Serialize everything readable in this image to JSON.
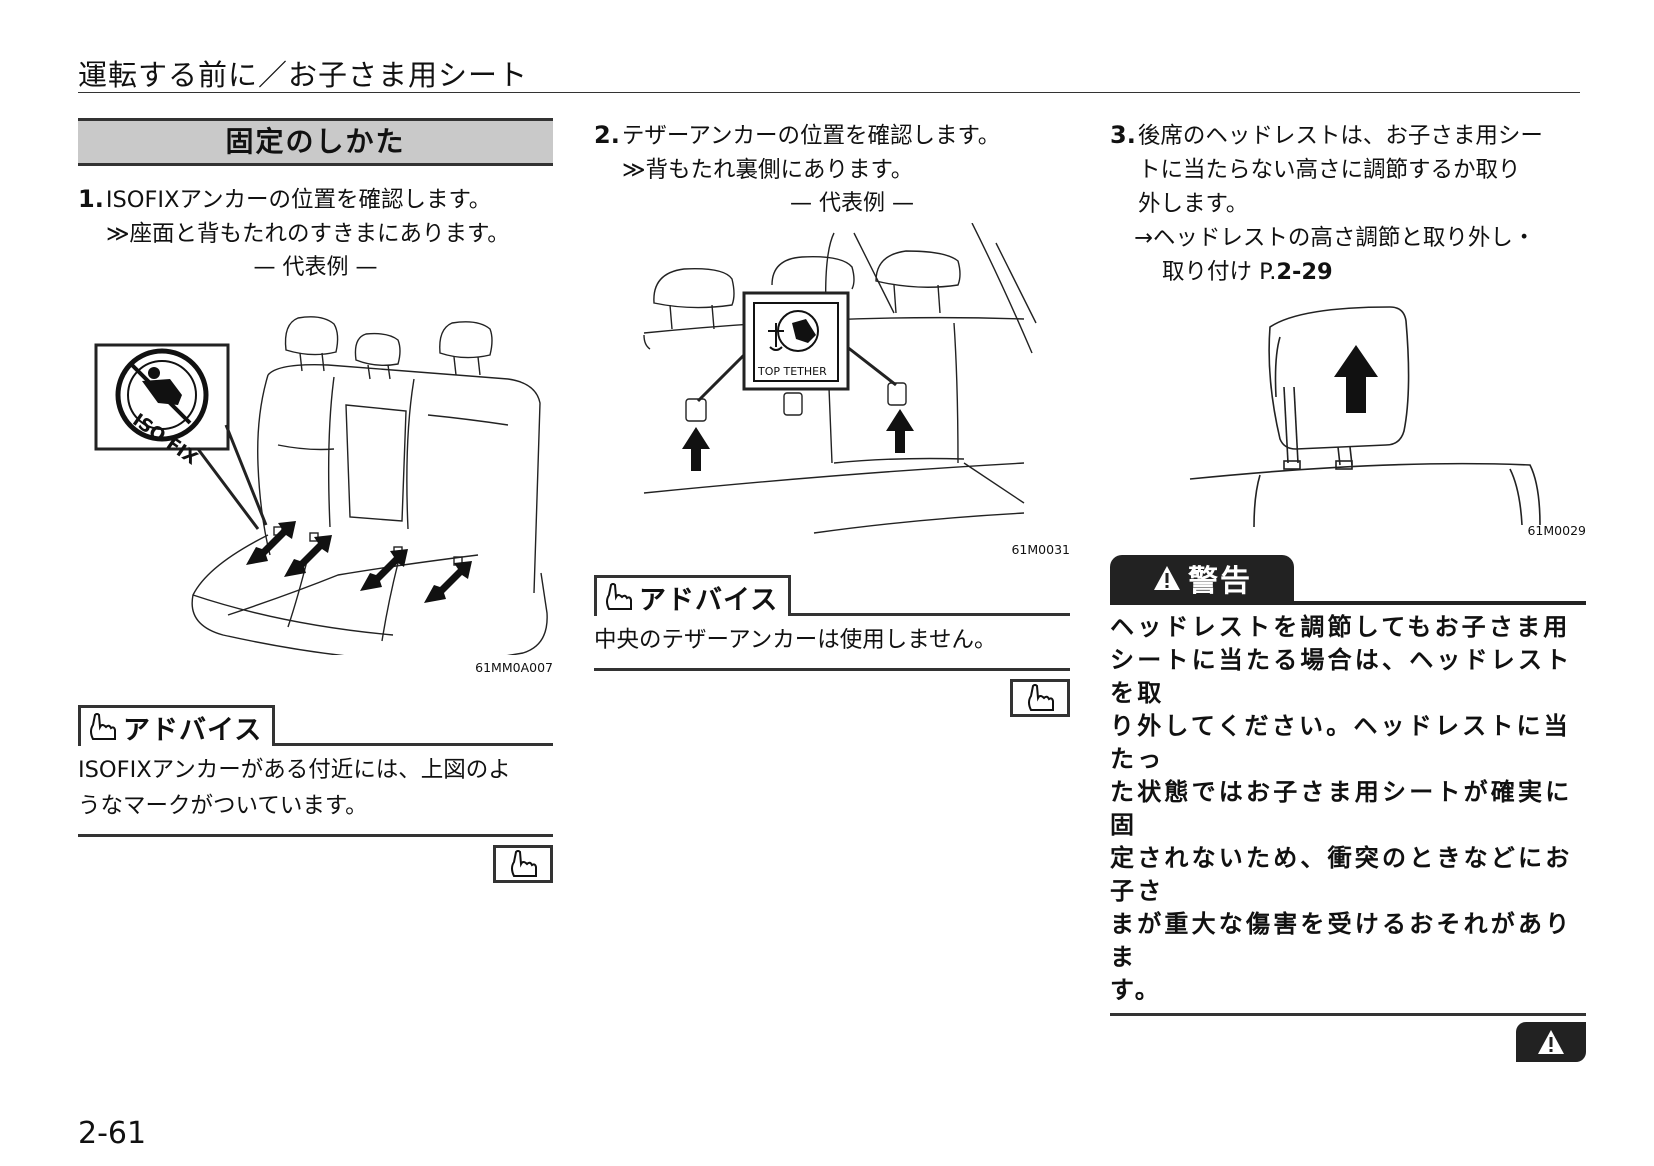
{
  "header": {
    "title": "運転する前に／お子さま用シート"
  },
  "section": {
    "title": "固定のしかた"
  },
  "steps": [
    {
      "number": "1.",
      "text": "ISOFIXアンカーの位置を確認します。",
      "note": "≫座面と背もたれのすきまにあります。",
      "caption": "— 代表例 —",
      "figure_code": "61MM0A007",
      "figure_label": "ISO FIX"
    },
    {
      "number": "2.",
      "text": "テザーアンカーの位置を確認します。",
      "note": "≫背もたれ裏側にあります。",
      "caption": "— 代表例 —",
      "figure_code": "61M0031",
      "figure_label": "TOP TETHER"
    },
    {
      "number": "3.",
      "text_lines": [
        "後席のヘッドレストは、お子さま用シー",
        "トに当たらない高さに調節するか取り",
        "外します。"
      ],
      "ref_lines": [
        "→ヘッドレストの高さ調節と取り外し・",
        "取り付け P."
      ],
      "ref_page": "2-29",
      "figure_code": "61M0029"
    }
  ],
  "advice1": {
    "label": "アドバイス",
    "text_lines": [
      "ISOFIXアンカーがある付近には、上図のよ",
      "うなマークがついています。"
    ]
  },
  "advice2": {
    "label": "アドバイス",
    "text": "中央のテザーアンカーは使用しません。"
  },
  "warning": {
    "label": "警告",
    "text_lines": [
      "ヘッドレストを調節してもお子さま用",
      "シートに当たる場合は、ヘッドレストを取",
      "り外してください。ヘッドレストに当たっ",
      "た状態ではお子さま用シートが確実に固",
      "定されないため、衝突のときなどにお子さ",
      "まが重大な傷害を受けるおそれがありま",
      "す。"
    ]
  },
  "footer": {
    "page_number": "2-61"
  },
  "icons": {
    "advice": "pointing-hand-icon",
    "warning": "warning-triangle-icon",
    "arrow": "up-arrow-icon"
  },
  "colors": {
    "section_bg": "#c9c9c9",
    "warning_bg": "#222222",
    "rule": "#333333"
  }
}
